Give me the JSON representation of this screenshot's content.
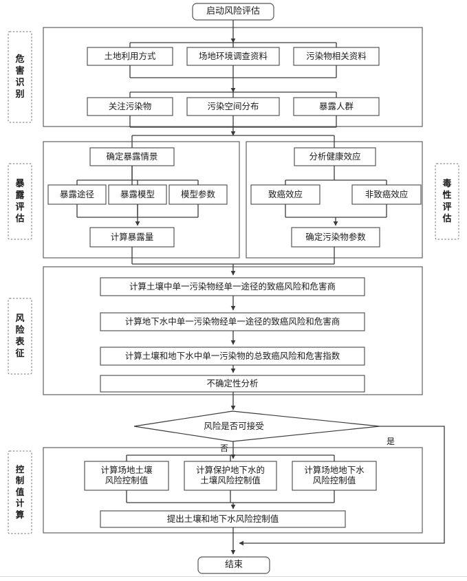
{
  "diagram": {
    "type": "flowchart",
    "title_node": "启动风险评估",
    "end_node": "结束",
    "colors": {
      "box_stroke": "#555555",
      "box_fill": "#ffffff",
      "line": "#3a3a3a",
      "container_stroke": "#6b6b6b",
      "stage_dash_stroke": "#8a8a8a",
      "text": "#1b1b1b",
      "page_bg": "#ffffff"
    }
  },
  "stages": {
    "hazard": {
      "label": "危害识别",
      "chars": [
        "危",
        "害",
        "识",
        "别"
      ]
    },
    "exposure": {
      "label": "暴露评估",
      "chars": [
        "暴",
        "露",
        "评",
        "估"
      ]
    },
    "toxicity": {
      "label": "毒性评估",
      "chars": [
        "毒",
        "性",
        "评",
        "估"
      ]
    },
    "risk": {
      "label": "风险表征",
      "chars": [
        "风",
        "险",
        "表",
        "征"
      ]
    },
    "control": {
      "label": "控制值计算",
      "chars": [
        "控",
        "制",
        "值",
        "计",
        "算"
      ]
    }
  },
  "nodes": {
    "start": "启动风险评估",
    "hazard_row1": [
      "土地利用方式",
      "场地环境调查资料",
      "污染物相关资料"
    ],
    "hazard_row2": [
      "关注污染物",
      "污染空间分布",
      "暴露人群"
    ],
    "exposure": {
      "top": "确定暴露情景",
      "middle": [
        "暴露途径",
        "暴露模型",
        "模型参数"
      ],
      "bottom": "计算暴露量"
    },
    "toxicity": {
      "top": "分析健康效应",
      "middle": [
        "致癌效应",
        "非致癌效应"
      ],
      "bottom": "确定污染物参数"
    },
    "risk_steps": [
      "计算土壤中单一污染物经单一途径的致癌风险和危害商",
      "计算地下水中单一污染物经单一途径的致癌风险和危害商",
      "计算土壤和地下水中单一污染物的总致癌风险和危害指数",
      "不确定性分析"
    ],
    "decision": "风险是否可接受",
    "decision_branches": {
      "yes": "是",
      "no": "否"
    },
    "control_row": [
      "计算场地土壤\n风险控制值",
      "计算保护地下水的\n土壤风险控制值",
      "计算场地地下水\n风险控制值"
    ],
    "control_bottom": "提出土壤和地下水风险控制值",
    "end": "结束"
  }
}
